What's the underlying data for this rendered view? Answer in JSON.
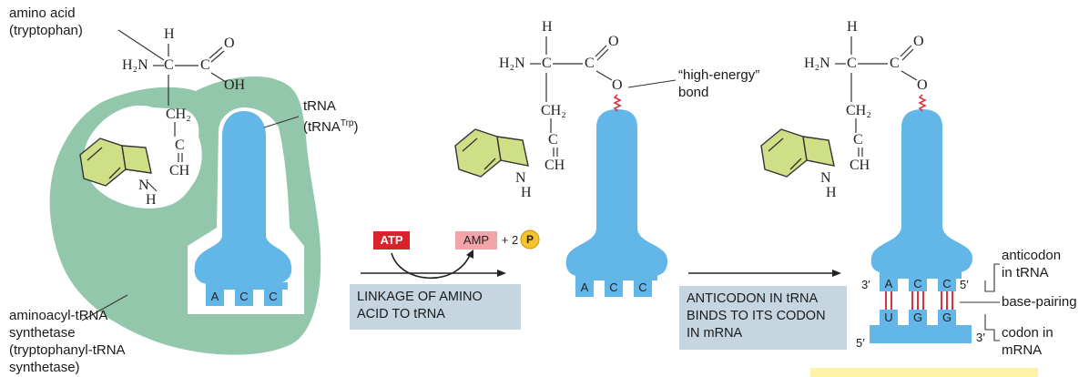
{
  "labels": {
    "amino_acid": "amino acid",
    "tryptophan": "(tryptophan)",
    "trna": "tRNA",
    "trna_trp_prefix": "(tRNA",
    "trna_trp_sup": "Trp",
    "trna_trp_suffix": ")",
    "high_energy": "“high-energy”",
    "bond": "bond",
    "synthetase_1": "aminoacyl-tRNA",
    "synthetase_2": "synthetase",
    "synthetase_3": "(tryptophanyl-tRNA",
    "synthetase_4": "synthetase)",
    "anticodon_1": "anticodon",
    "anticodon_2": "in tRNA",
    "base_pairing": "base-pairing",
    "codon_1": "codon in",
    "codon_2": "mRNA"
  },
  "steps": {
    "step1_line1": "LINKAGE OF AMINO",
    "step1_line2": "ACID TO tRNA",
    "step2_line1": "ANTICODON IN tRNA",
    "step2_line2": "BINDS TO ITS CODON",
    "step2_line3": "IN mRNA"
  },
  "molecules": {
    "atp": "ATP",
    "amp": "AMP",
    "plus_two": "+ 2",
    "phosphate": "P"
  },
  "chem": {
    "h": "H",
    "h2n": "H₂N",
    "c": "C",
    "o": "O",
    "oh": "OH",
    "ch2": "CH₂",
    "ch": "CH",
    "n": "N"
  },
  "anticodon_bases": [
    "A",
    "C",
    "C"
  ],
  "codon_bases": [
    "U",
    "G",
    "G"
  ],
  "ends": {
    "three_prime": "3′",
    "five_prime": "5′"
  },
  "colors": {
    "trna_blue": "#62b6e8",
    "enzyme_green": "#93c7ac",
    "ring_yellow": "#cfdf86",
    "bond_red": "#d9333f",
    "atp_red": "#d8232a",
    "amp_pink": "#f2a4a8",
    "phosphate_yellow": "#f6c22e",
    "step_box": "#c6d6e0"
  }
}
